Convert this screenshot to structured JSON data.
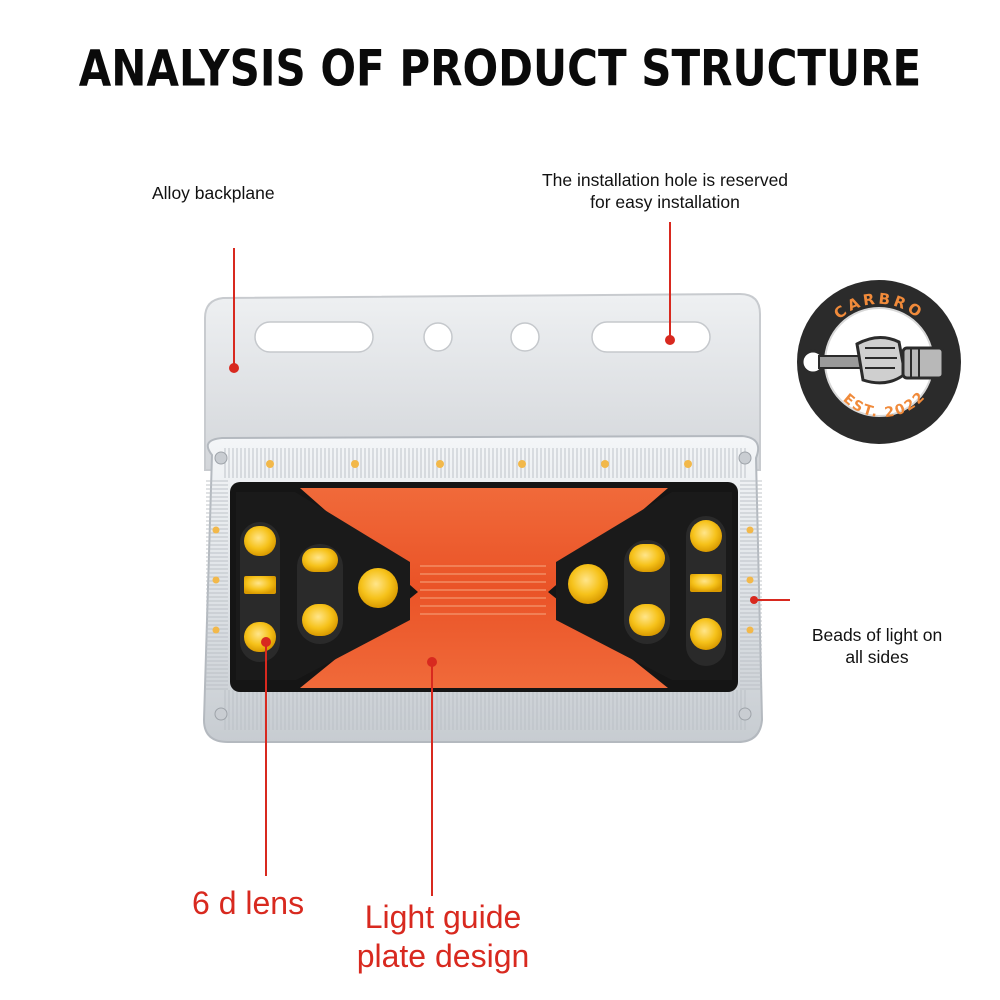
{
  "title": "ANALYSIS OF PRODUCT STRUCTURE",
  "labels": {
    "backplane": "Alloy backplane",
    "hole_line1": "The installation hole is reserved",
    "hole_line2": "for easy installation",
    "beads_line1": "Beads of light on",
    "beads_line2": "all sides",
    "lens": "6 d lens",
    "guide_line1": "Light guide",
    "guide_line2": "plate design"
  },
  "logo": {
    "brand": "CARBRO",
    "est": "EST. 2022"
  },
  "colors": {
    "callout_red": "#d8291f",
    "lens_orange": "#ee5a30",
    "led_yellow": "#f6c21a",
    "housing_black": "#151515",
    "backplane_silver": "#dfe1e4"
  }
}
